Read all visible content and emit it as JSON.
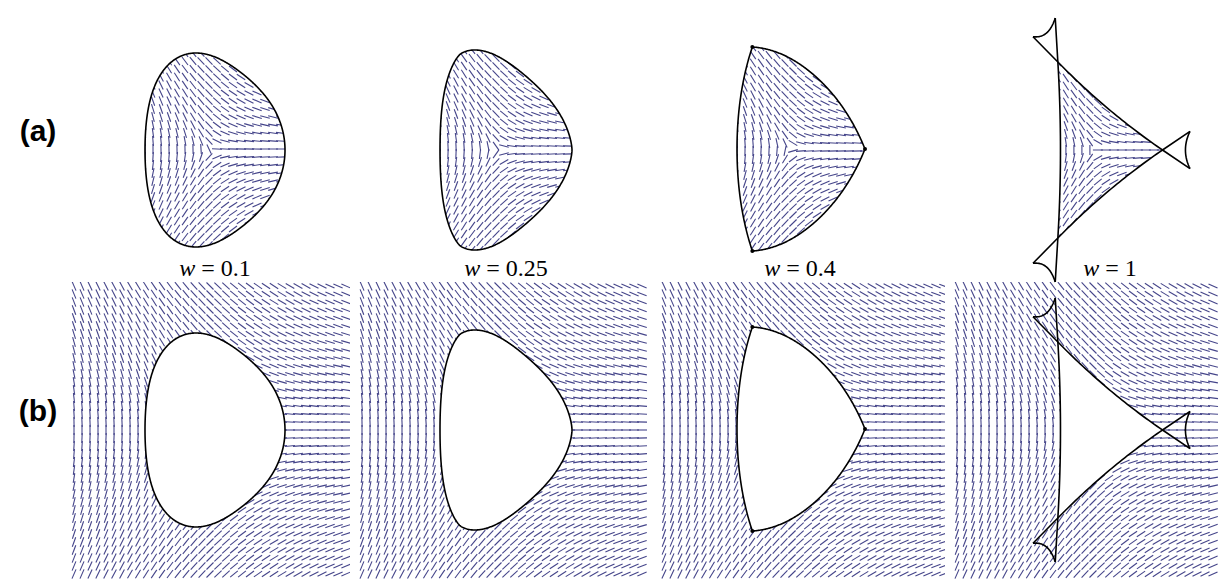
{
  "diagram": {
    "labels": [
      "(a)",
      "(b)",
      "w = 0.1",
      "w = 0.25",
      "w = 0.4",
      "w = 1"
    ]
  }
}
